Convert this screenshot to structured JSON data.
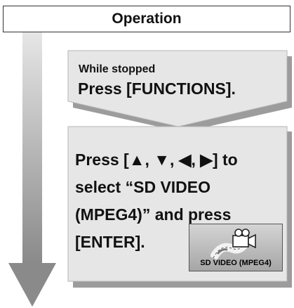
{
  "header": {
    "title": "Operation"
  },
  "step1": {
    "condition": "While stopped",
    "instruction": "Press [FUNCTIONS]."
  },
  "step2": {
    "lines": [
      "Press [▲, ▼, ◀, ▶] to",
      "select “SD VIDEO",
      "(MPEG4)” and press",
      "[ENTER]."
    ]
  },
  "sd_icon": {
    "label": "SD VIDEO (MPEG4)",
    "icon": "camcorder-film-icon"
  }
}
